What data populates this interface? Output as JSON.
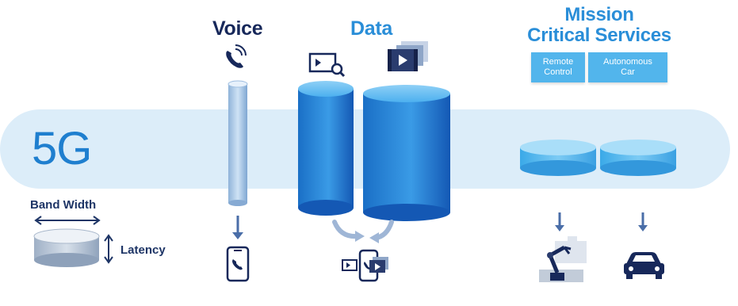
{
  "titles": {
    "voice": "Voice",
    "data": "Data",
    "mission_line1": "Mission",
    "mission_line2": "Critical Services"
  },
  "band_label": "5G",
  "legend": {
    "bandwidth": "Band Width",
    "latency": "Latency"
  },
  "services": [
    {
      "line1": "Remote",
      "line2": "Control"
    },
    {
      "line1": "Autonomous",
      "line2": "Car"
    }
  ],
  "icons": {
    "voice_top": "phone-call-icon",
    "data_small": "image-search-icon",
    "data_large": "video-stack-icon",
    "voice_bottom": "smartphone-call-icon",
    "data_bottom": "smartphone-media-icon",
    "remote_bottom": "robot-arm-icon",
    "car_bottom": "car-icon"
  },
  "colors": {
    "band": "#dcedf9",
    "cylinder_dark": "#1565c0",
    "cylinder_light": "#3ea0e8",
    "accent": "#2a8ed8",
    "navy": "#1e3566"
  }
}
